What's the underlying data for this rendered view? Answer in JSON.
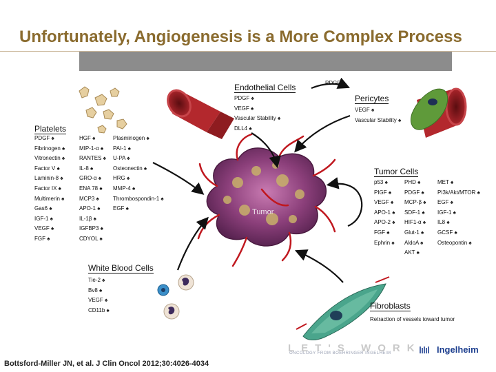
{
  "slide": {
    "title": "Unfortunately, Angiogenesis is a More Complex Process",
    "citation": "Bottsford-Miller JN, et al. J Clin Oncol 2012;30:4026-4034",
    "watermark_line1": "LET'S WORK",
    "watermark_line2": "ONCOLOGY FROM BOEHRINGER INGELHEIM",
    "brand": "Ingelheim"
  },
  "platelets": {
    "label": "Platelets",
    "col1": [
      "PDGF ♠",
      "Fibrinogen ♠",
      "Vitronectin ♠",
      "Factor V ♠",
      "Laminin-8 ♠",
      "Factor IX ♠",
      "Multimerin ♠",
      "Gas6 ♠",
      "IGF-1 ♠",
      "VEGF ♠",
      "FGF ♠"
    ],
    "col2": [
      "HGF ♠",
      "MIP-1-α ♠",
      "RANTES ♠",
      "IL-8 ♠",
      "GRO-α ♠",
      "ENA 78 ♠",
      "MCP3 ♠",
      "APO-1 ♠",
      "IL-1β ♠",
      "IGFBP3 ♠",
      "CDYOL ♠"
    ],
    "col3": [
      "Plasminogen ♠",
      "PAI-1 ♠",
      "U-PA ♠",
      "Osteonectin ♠",
      "HRG ♠",
      "MMP-4 ♠",
      "Thrombospondin-1 ♠",
      "EGF ♠"
    ]
  },
  "endothelial": {
    "label": "Endothelial Cells",
    "items": [
      "PDGF ♠",
      "VEGF ♠",
      "Vascular Stability ♠",
      "DLL4 ♠"
    ]
  },
  "pdgf_arrow_label": "PDGF",
  "pericytes": {
    "label": "Pericytes",
    "items": [
      "VEGF ♠",
      "Vascular Stability ♠"
    ]
  },
  "tumor_cells": {
    "label": "Tumor Cells",
    "col1": [
      "p53 ♠",
      "PIGF ♠",
      "VEGF ♠",
      "APO-1 ♠",
      "APO-2 ♠",
      "FGF ♠",
      "Ephrin ♠"
    ],
    "col2": [
      "PHD ♠",
      "PDGF ♠",
      "MCP-β ♠",
      "SDF-1 ♠",
      "HIF1-α ♠",
      "Glut-1 ♠",
      "AldoA ♠",
      "AKT ♠"
    ],
    "col3": [
      "MET ♠",
      "PI3k/Akt/MTOR ♠",
      "EGF ♠",
      "IGF-1 ♠",
      "IL8 ♠",
      "GCSF ♠",
      "Osteopontin ♠"
    ]
  },
  "tumor_label": "Tumor",
  "white_blood_cells": {
    "label": "White Blood Cells",
    "items": [
      "Tie-2 ♠",
      "Bv8 ♠",
      "VEGF ♠",
      "CD11b ♠"
    ]
  },
  "fibroblasts": {
    "label": "Fibroblasts",
    "description": "Retraction of vessels toward tumor"
  }
}
